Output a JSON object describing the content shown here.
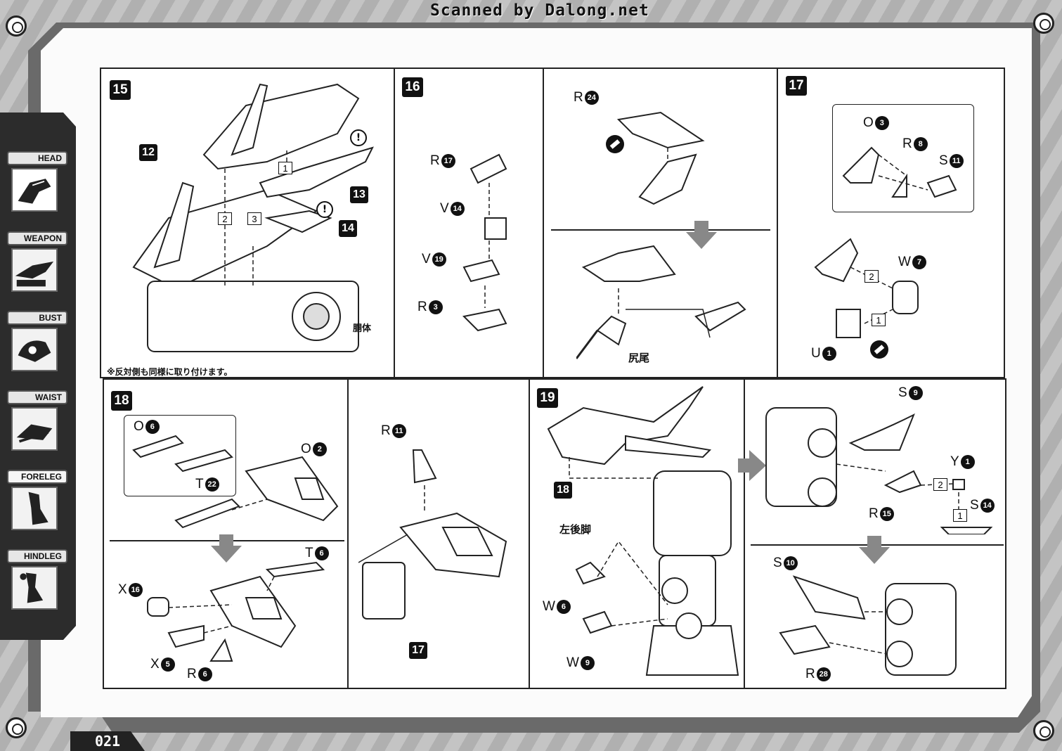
{
  "header": {
    "title": "Scanned by Dalong.net"
  },
  "footer": {
    "page_number": "021"
  },
  "sidebar": {
    "items": [
      {
        "label": "HEAD",
        "icon": "head-icon"
      },
      {
        "label": "WEAPON",
        "icon": "weapon-icon"
      },
      {
        "label": "BUST",
        "icon": "bust-icon"
      },
      {
        "label": "WAIST",
        "icon": "waist-icon"
      },
      {
        "label": "FORELEG",
        "icon": "foreleg-icon"
      },
      {
        "label": "HINDLEG",
        "icon": "hindleg-icon"
      }
    ]
  },
  "steps": {
    "s15": {
      "number": "15",
      "callouts": [
        "12",
        "13",
        "14"
      ],
      "orders": [
        "1",
        "2",
        "3"
      ],
      "note_body": "胴体",
      "note_bottom": "※反対側も同様に取り付けます。"
    },
    "s16": {
      "number": "16",
      "parts": [
        {
          "letter": "R",
          "num": "17"
        },
        {
          "letter": "V",
          "num": "14"
        },
        {
          "letter": "V",
          "num": "19"
        },
        {
          "letter": "R",
          "num": "3"
        },
        {
          "letter": "R",
          "num": "24"
        }
      ],
      "note_tail": "尻尾"
    },
    "s17": {
      "number": "17",
      "parts": [
        {
          "letter": "O",
          "num": "3"
        },
        {
          "letter": "R",
          "num": "8"
        },
        {
          "letter": "S",
          "num": "11"
        },
        {
          "letter": "W",
          "num": "7"
        },
        {
          "letter": "U",
          "num": "1"
        }
      ],
      "orders": [
        "2",
        "1"
      ]
    },
    "s18": {
      "number": "18",
      "parts": [
        {
          "letter": "O",
          "num": "6"
        },
        {
          "letter": "T",
          "num": "22"
        },
        {
          "letter": "O",
          "num": "2"
        },
        {
          "letter": "T",
          "num": "6"
        },
        {
          "letter": "X",
          "num": "16"
        },
        {
          "letter": "X",
          "num": "5"
        },
        {
          "letter": "R",
          "num": "6"
        },
        {
          "letter": "R",
          "num": "11"
        }
      ],
      "callout": "17"
    },
    "s19": {
      "number": "19",
      "parts": [
        {
          "letter": "W",
          "num": "6"
        },
        {
          "letter": "W",
          "num": "9"
        },
        {
          "letter": "S",
          "num": "9"
        },
        {
          "letter": "Y",
          "num": "1"
        },
        {
          "letter": "R",
          "num": "15"
        },
        {
          "letter": "S",
          "num": "14"
        },
        {
          "letter": "S",
          "num": "10"
        },
        {
          "letter": "R",
          "num": "28"
        }
      ],
      "callout": "18",
      "orders": [
        "2",
        "1"
      ],
      "note_leg": "左後脚"
    }
  },
  "colors": {
    "panel_border": "#222222",
    "sidebar_bg": "#2c2c2c",
    "page_bg": "#fbfbfb"
  }
}
